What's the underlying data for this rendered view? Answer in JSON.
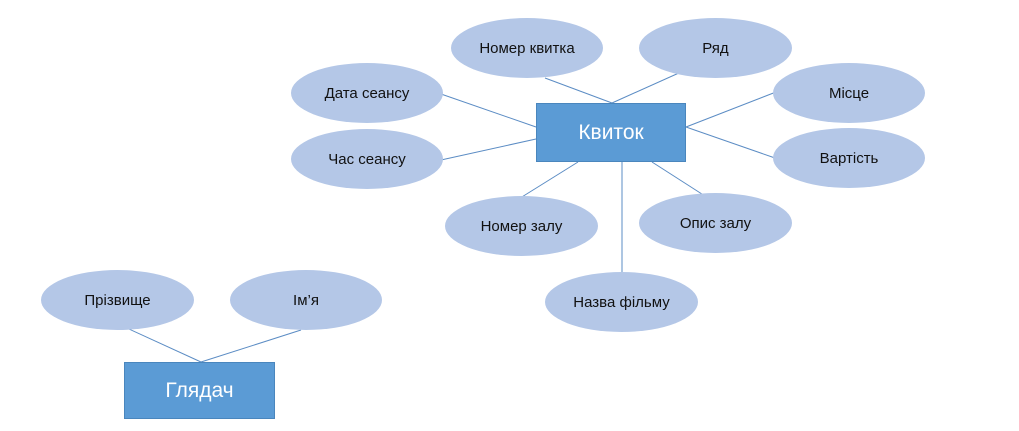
{
  "diagram": {
    "entities": {
      "ticket": "Квиток",
      "viewer": "Глядач"
    },
    "attributes": {
      "ticket_number": "Номер квитка",
      "row": "Ряд",
      "session_date": "Дата сеансу",
      "seat": "Місце",
      "session_time": "Час сеансу",
      "price": "Вартість",
      "hall_number": "Номер залу",
      "hall_description": "Опис залу",
      "film_title": "Назва фільму",
      "surname": "Прізвище",
      "first_name": "Ім’я"
    }
  },
  "colors": {
    "entity_fill": "#5b9bd5",
    "attribute_fill": "#b4c7e7",
    "connector": "#5b8cc4"
  }
}
